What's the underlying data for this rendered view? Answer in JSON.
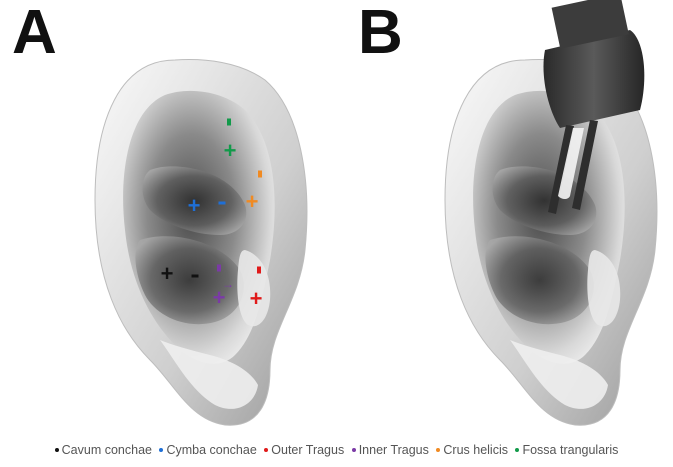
{
  "panels": {
    "a": {
      "label": "A"
    },
    "b": {
      "label": "B"
    }
  },
  "legend": [
    {
      "label": "Cavum conchae",
      "color": "#111111"
    },
    {
      "label": "Cymba conchae",
      "color": "#1f6fd6"
    },
    {
      "label": "Outer Tragus",
      "color": "#e01a1a"
    },
    {
      "label": "Inner Tragus",
      "color": "#7b3aa6"
    },
    {
      "label": "Crus helicis",
      "color": "#f08a22"
    },
    {
      "label": "Fossa trangularis",
      "color": "#129a4a"
    }
  ],
  "markers": {
    "plus": "+",
    "arrow": "→"
  },
  "colors": {
    "background": "#ffffff",
    "ear_light": "#f2f2f2",
    "ear_mid": "#bdbdbd",
    "ear_dark": "#4a4a4a",
    "device": "#3a3a3a"
  }
}
